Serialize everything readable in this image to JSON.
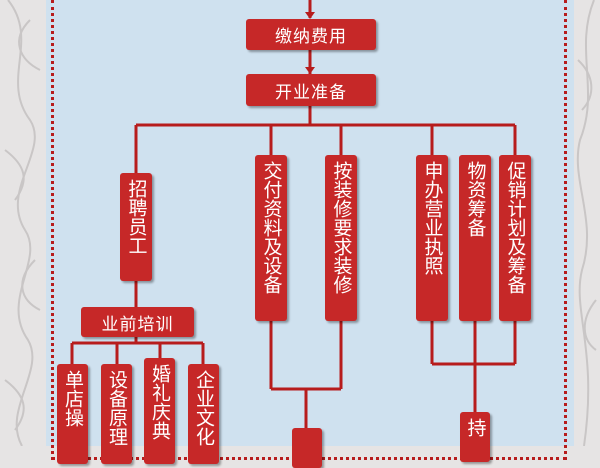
{
  "flowchart": {
    "fee": "缴纳费用",
    "prep": "开业准备",
    "recruit": "招聘员工",
    "materials": "交付资料及设备",
    "decor": "按装修要求装修",
    "license": "申办营业执照",
    "supplies": "物资筹备",
    "promo": "促销计划及筹备",
    "training": "业前培训",
    "t1": "单店操",
    "t2": "设备原理",
    "t3": "婚礼庆典",
    "t4": "企业文化",
    "bottom_right": "持"
  },
  "colors": {
    "box": "#c62828",
    "line": "#b71c1c",
    "panel": "#cfe1ef"
  }
}
